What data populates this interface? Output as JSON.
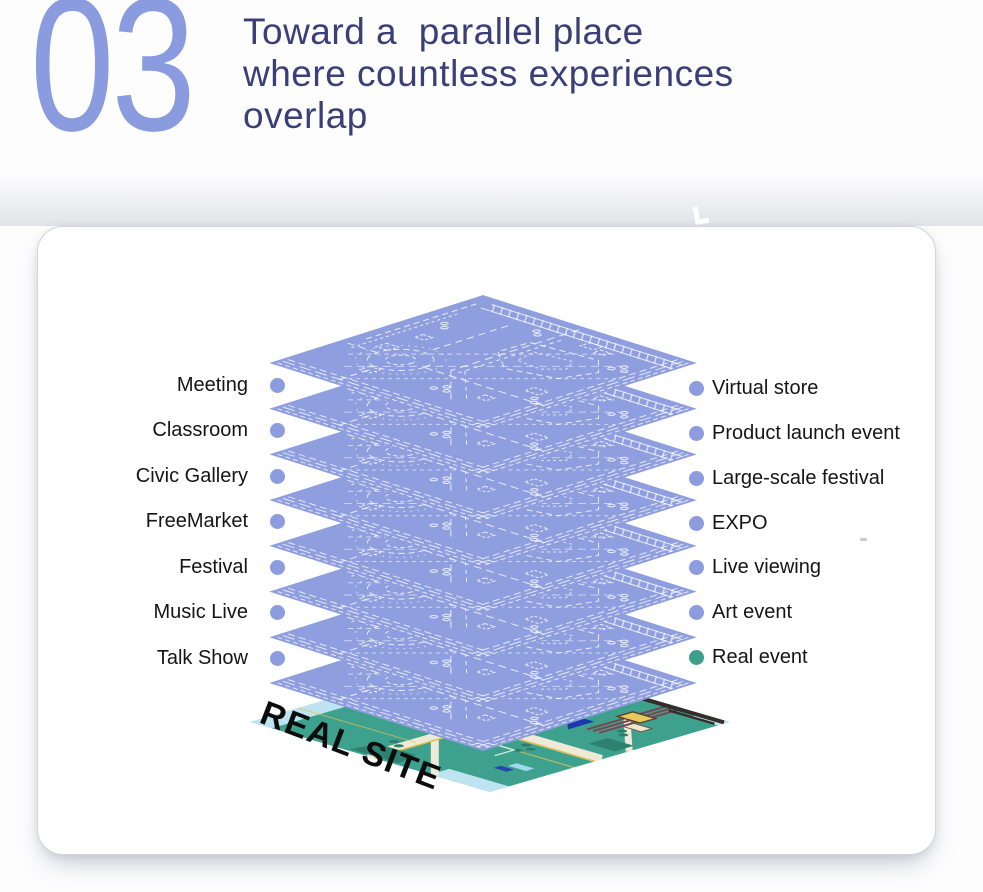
{
  "header": {
    "section_number": "03",
    "title": "Toward a  parallel place\nwhere countless experiences\noverlap"
  },
  "diagram": {
    "left_items": [
      {
        "label": "Meeting",
        "dot": "#8C9CDE"
      },
      {
        "label": "Classroom",
        "dot": "#8C9CDE"
      },
      {
        "label": "Civic Gallery",
        "dot": "#8C9CDE"
      },
      {
        "label": "FreeMarket",
        "dot": "#8C9CDE"
      },
      {
        "label": "Festival",
        "dot": "#8C9CDE"
      },
      {
        "label": "Music Live",
        "dot": "#8C9CDE"
      },
      {
        "label": "Talk Show",
        "dot": "#8C9CDE"
      }
    ],
    "right_items": [
      {
        "label": "Virtual store",
        "dot": "#8C9CDE"
      },
      {
        "label": "Product launch event",
        "dot": "#8C9CDE"
      },
      {
        "label": "Large-scale festival",
        "dot": "#8C9CDE"
      },
      {
        "label": "EXPO",
        "dot": "#8C9CDE"
      },
      {
        "label": "Live viewing",
        "dot": "#8C9CDE"
      },
      {
        "label": "Art event",
        "dot": "#8C9CDE"
      },
      {
        "label": "Real event",
        "dot": "#3D9E8C"
      }
    ],
    "base_label": "REAL SITE",
    "virtual_layer_count": 8
  },
  "colors": {
    "number_blue": "#8B9BDF",
    "title_navy": "#3A3F78",
    "accent_blue": "#8F9EDE",
    "dot_blue": "#8C9CDE",
    "dot_teal": "#3D9E8C",
    "real_teal": "#3EA18D",
    "card_border": "#D3D5DA"
  }
}
